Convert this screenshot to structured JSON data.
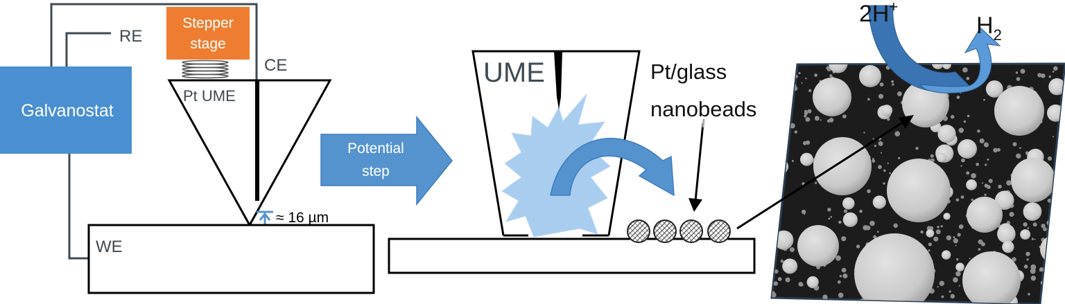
{
  "labels": {
    "galvanostat": "Galvanostat",
    "stepper_line1": "Stepper",
    "stepper_line2": "stage",
    "re": "RE",
    "ce": "CE",
    "pt_ume": "Pt UME",
    "gap": "≈ 16 µm",
    "we": "WE",
    "potential_line1": "Potential",
    "potential_line2": "step",
    "ume": "UME",
    "beads_line1": "Pt/glass",
    "beads_line2": "nanobeads",
    "proton_base": "2H",
    "proton_sup": "+",
    "h2_base": "H",
    "h2_sub": "2"
  },
  "colors": {
    "galvanostat_fill": "#4a8fd1",
    "stepper_fill": "#ee7d31",
    "arrow_blue": "#5593cf",
    "bubble_light": "#a9cdee",
    "wire_gray": "#404a52",
    "micrograph_bg": "#1c1c1c",
    "bead_light": "#cfcfcf"
  },
  "icons": {
    "spring": "spring-icon",
    "hatched_bead": "hatched-bead-icon",
    "curved_arrow": "curved-arrow-icon"
  }
}
